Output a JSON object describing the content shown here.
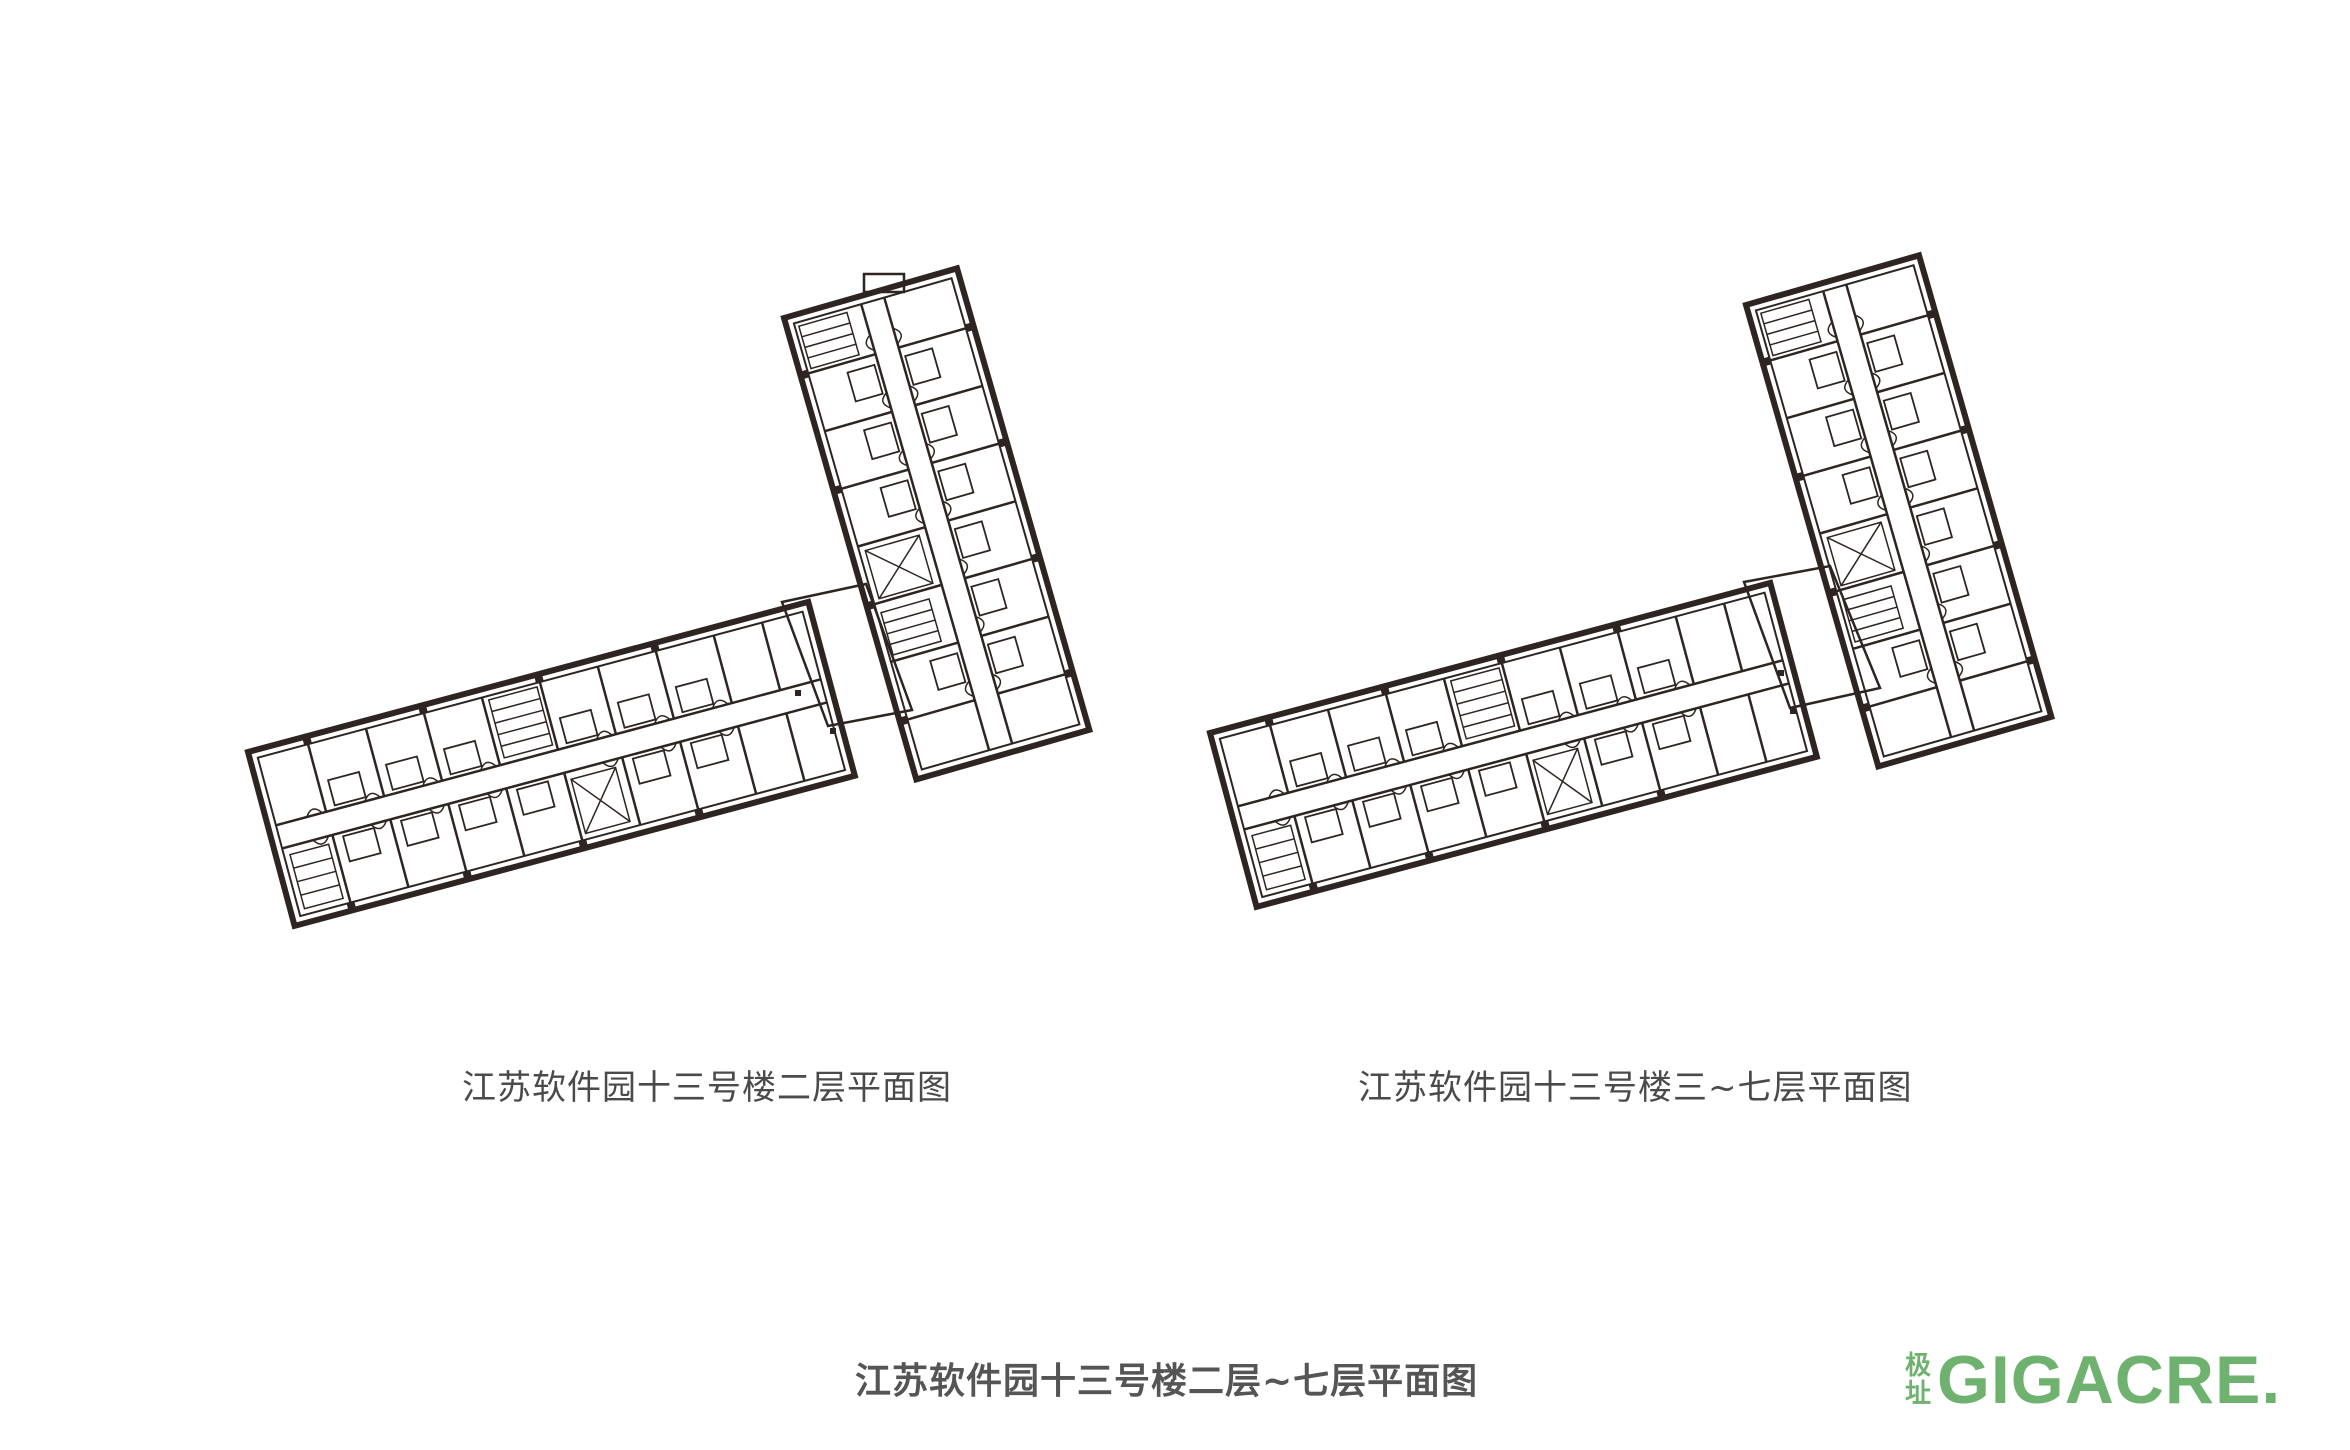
{
  "plans": [
    {
      "caption": "江苏软件园十三号楼二层平面图"
    },
    {
      "caption": "江苏软件园十三号楼三~七层平面图"
    }
  ],
  "title": "江苏软件园十三号楼二层~七层平面图",
  "logo": {
    "cn_top": "极",
    "cn_bottom": "址",
    "text": "GIGACRE.",
    "color": "#6fb26f"
  },
  "colors": {
    "wall": "#2e2522",
    "caption": "#4a4a4a"
  }
}
